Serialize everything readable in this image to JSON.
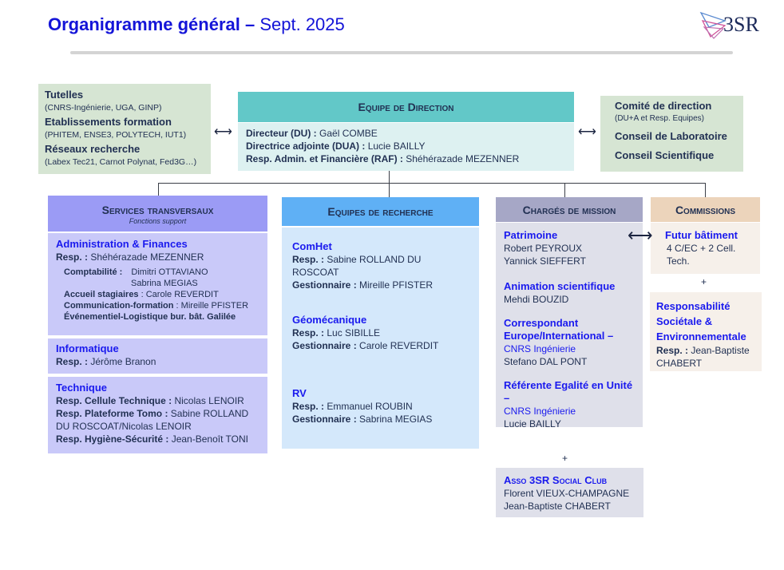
{
  "header": {
    "title_bold": "Organigramme général –",
    "title_rest": " Sept. 2025",
    "logo_text": "3SR"
  },
  "tutelles": {
    "t1": "Tutelles",
    "s1": "(CNRS-Ingénierie, UGA, GINP)",
    "t2": "Etablissements formation",
    "s2": "(PHITEM, ENSE3, POLYTECH, IUT1)",
    "t3": "Réseaux recherche",
    "s3": "(Labex Tec21, Carnot Polynat, Fed3G…)"
  },
  "direction": {
    "title": "Equipe de Direction",
    "rows": [
      {
        "label": "Directeur (DU) :",
        "value": " Gaël COMBE"
      },
      {
        "label": "Directrice adjointe (DUA) :",
        "value": " Lucie BAILLY"
      },
      {
        "label": "Resp. Admin. et Financière (RAF) :",
        "value": " Shéhérazade MEZENNER"
      }
    ]
  },
  "comite": {
    "t1": "Comité de direction",
    "s1": "(DU+A et Resp. Equipes)",
    "t2": "Conseil de Laboratoire",
    "t3": "Conseil Scientifique"
  },
  "services": {
    "title": "Services transversaux",
    "subtitle": "Fonctions support",
    "admin": {
      "title": "Administration & Finances",
      "resp_label": "Resp. :",
      "resp": " Shéhérazade MEZENNER",
      "compta_label": "Comptabilité :",
      "compta1": "Dimitri OTTAVIANO",
      "compta2": "Sabrina MEGIAS",
      "accueil_label": "Accueil stagiaires",
      "accueil": " : Carole REVERDIT",
      "comm_label": "Communication-formation",
      "comm": " : Mireille PFISTER",
      "event": "Événementiel-Logistique bur. bât. Galilée"
    },
    "info": {
      "title": "Informatique",
      "resp_label": "Resp. :",
      "resp": " Jérôme Branon"
    },
    "tech": {
      "title": "Technique",
      "r1_label": "Resp. Cellule Technique :",
      "r1": " Nicolas LENOIR",
      "r2_label": "Resp. Plateforme Tomo :",
      "r2": " Sabine ROLLAND DU ROSCOAT/Nicolas LENOIR",
      "r3_label": "Resp. Hygiène-Sécurité :",
      "r3": " Jean-Benoît TONI"
    }
  },
  "equipes": {
    "title": "Equipes de recherche",
    "teams": [
      {
        "name": "ComHet",
        "resp_label": "Resp. :",
        "resp": " Sabine ROLLAND DU ROSCOAT",
        "gest_label": "Gestionnaire :",
        "gest": " Mireille PFISTER"
      },
      {
        "name": "Géomécanique",
        "resp_label": "Resp. :",
        "resp": " Luc SIBILLE",
        "gest_label": "Gestionnaire :",
        "gest": " Carole REVERDIT"
      },
      {
        "name": "RV",
        "resp_label": "Resp. :",
        "resp": " Emmanuel ROUBIN",
        "gest_label": "Gestionnaire :",
        "gest": " Sabrina MEGIAS"
      }
    ]
  },
  "charges": {
    "title": "Chargés de mission",
    "items": [
      {
        "title": "Patrimoine",
        "people": "Robert PEYROUX\nYannick SIEFFERT"
      },
      {
        "title": "Animation scientifique",
        "people": "Mehdi BOUZID"
      },
      {
        "title": "Correspondant Europe/International –",
        "sub": "CNRS Ingénierie",
        "people": "Stefano DAL PONT"
      },
      {
        "title": "Référente Egalité en Unité –",
        "sub": "CNRS Ingénierie",
        "people": "Lucie BAILLY"
      }
    ]
  },
  "commissions": {
    "title": "Commissions",
    "futur": "Futur bâtiment",
    "futur_desc": "4 C/EC + 2 Cell. Tech.",
    "plus": "+",
    "rse": "Responsabilité Sociétale & Environnementale",
    "rse_resp_label": "Resp. :",
    "rse_resp": " Jean-Baptiste CHABERT"
  },
  "asso": {
    "plus": "+",
    "title": "Asso 3SR Social Club",
    "p1": "Florent VIEUX-CHAMPAGNE",
    "p2": "Jean-Baptiste CHABERT"
  }
}
